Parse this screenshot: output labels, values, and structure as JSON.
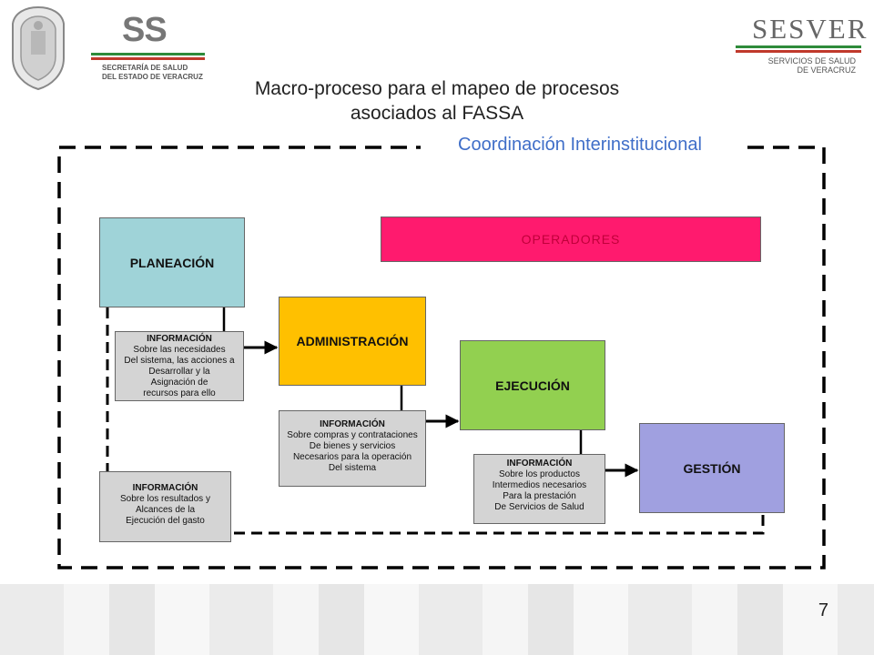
{
  "header": {
    "ss_letters": "SS",
    "ss_sub": "SECRETARÍA DE SALUD\nDEL ESTADO DE VERACRUZ",
    "sesver_name": "SESVER",
    "sesver_sub": "SERVICIOS DE SALUD\nDE VERACRUZ"
  },
  "title": "Macro-proceso para el mapeo de procesos\nasociados al FASSA",
  "frame_label": "Coordinación Interinstitucional",
  "boxes": {
    "planeacion": "PLANEACIÓN",
    "administracion": "ADMINISTRACIÓN",
    "ejecucion": "EJECUCIÓN",
    "gestion": "GESTIÓN",
    "operadores": "OPERADORES"
  },
  "info": [
    {
      "heading": "INFORMACIÓN",
      "text": "Sobre las necesidades\nDel sistema, las acciones a\nDesarrollar y la\nAsignación de\nrecursos para ello"
    },
    {
      "heading": "INFORMACIÓN",
      "text": "Sobre compras y contrataciones\nDe bienes y servicios\nNecesarios para la operación\nDel sistema"
    },
    {
      "heading": "INFORMACIÓN",
      "text": "Sobre los productos\nIntermedios necesarios\nPara la prestación\nDe Servicios de Salud"
    },
    {
      "heading": "INFORMACIÓN",
      "text": "Sobre los resultados y\nAlcances de la\nEjecución del gasto"
    }
  ],
  "page_number": "7",
  "colors": {
    "planeacion": "#9fd3d8",
    "administracion": "#ffc000",
    "ejecucion": "#92d050",
    "gestion": "#a0a0e0",
    "operadores": "#ff1a6e",
    "frame_label": "#3f6ec8"
  }
}
